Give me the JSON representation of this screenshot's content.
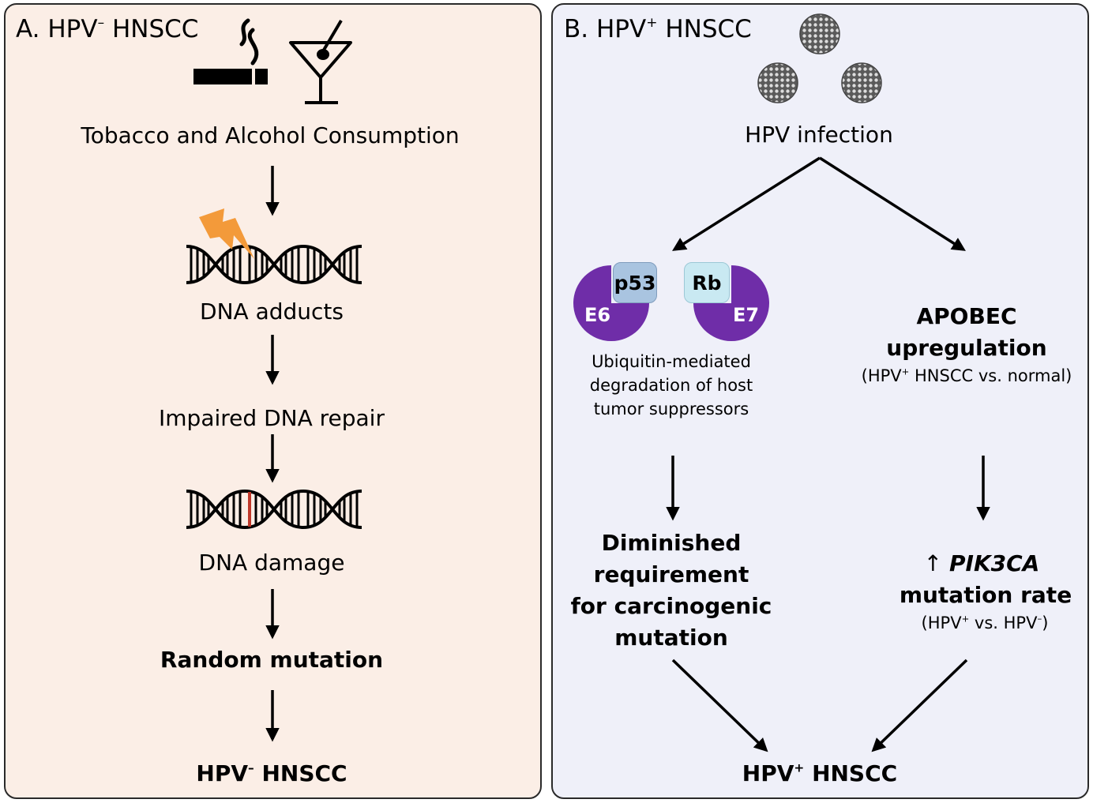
{
  "panel_a": {
    "title_prefix": "A. HPV",
    "title_sign": "–",
    "title_suffix": " HNSCC",
    "icons": [
      "cigarette-icon",
      "cocktail-icon",
      "lightning-icon",
      "dna-icon"
    ],
    "step1": "Tobacco and Alcohol Consumption",
    "step2": "DNA adducts",
    "step3": "Impaired DNA repair",
    "step4": "DNA damage",
    "step5": "Random mutation",
    "outcome_prefix": "HPV",
    "outcome_sign": "–",
    "outcome_suffix": " HNSCC"
  },
  "panel_b": {
    "title_prefix": "B. HPV",
    "title_sign": "+",
    "title_suffix": " HNSCC",
    "icons": [
      "virus-icon"
    ],
    "infection": "HPV infection",
    "e6_label": "E6",
    "p53_label": "p53",
    "rb_label": "Rb",
    "e7_label": "E7",
    "oncoprotein_caption": "Ubiquitin-mediated\ndegradation of host\ntumor suppressors",
    "apobec_title": "APOBEC\nupregulation",
    "apobec_note_prefix": "(HPV",
    "apobec_note_sign": "+",
    "apobec_note_suffix": " HNSCC vs. normal)",
    "diminished": "Diminished\nrequirement\nfor carcinogenic\nmutation",
    "pik3ca_arrow": "↑ ",
    "pik3ca_gene": "PIK3CA",
    "pik3ca_rest": "mutation rate",
    "pik3ca_note_a": "(HPV",
    "pik3ca_note_sign1": "+",
    "pik3ca_note_b": " vs. HPV",
    "pik3ca_note_sign2": "–",
    "pik3ca_note_c": ")",
    "outcome_prefix": "HPV",
    "outcome_sign": "+",
    "outcome_suffix": " HNSCC"
  },
  "colors": {
    "panel_a_bg": "#fbeee6",
    "panel_b_bg": "#eff0f9",
    "oncoprotein_purple": "#6f2da8",
    "p53_box": "#a9c4e0",
    "rb_box": "#c9e9f2",
    "lightning": "#f39a3a",
    "dna_damage_mark": "#c0392b"
  }
}
